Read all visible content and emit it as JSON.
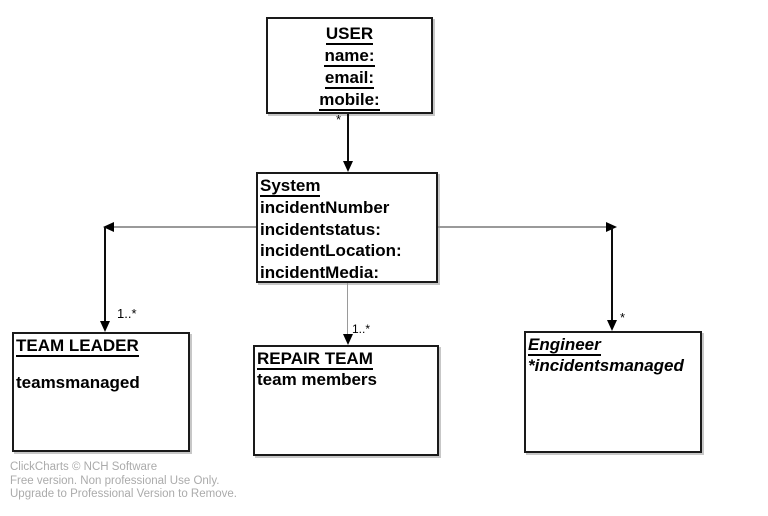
{
  "nodes": {
    "user": {
      "title": "USER",
      "fields": [
        "name:",
        "email:",
        "mobile:"
      ]
    },
    "system": {
      "title": "System",
      "fields": [
        "incidentNumber",
        "incidentstatus:",
        "incidentLocation:",
        "incidentMedia:"
      ]
    },
    "team_leader": {
      "title": "TEAM LEADER",
      "fields": [
        "teamsmanaged"
      ]
    },
    "repair_team": {
      "title": "REPAIR TEAM",
      "fields": [
        "team members"
      ]
    },
    "engineer": {
      "title": "Engineer",
      "fields": [
        "*incidentsmanaged"
      ]
    }
  },
  "edges": {
    "user_to_system": {
      "label": "*"
    },
    "system_to_team_leader": {
      "label": "1..*"
    },
    "system_to_repair_team": {
      "label": "1..*"
    },
    "system_to_engineer": {
      "label": "*"
    }
  },
  "watermark": {
    "lines": [
      "ClickCharts © NCH Software",
      "Free version. Non professional Use Only.",
      "Upgrade to Professional Version to Remove."
    ]
  },
  "colors": {
    "connector_gray": "#9a9a9a",
    "arrow_black": "#000000",
    "node_border": "#1a1a1a",
    "watermark_gray": "#ababab"
  }
}
